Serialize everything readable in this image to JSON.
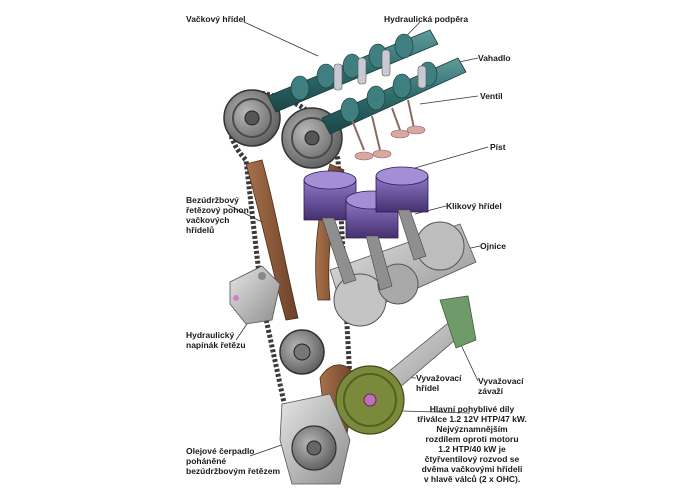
{
  "labels": {
    "camshaft": "Vačkový hřídel",
    "hydraulic_support": "Hydraulická podpěra",
    "rocker": "Vahadlo",
    "valve": "Ventil",
    "piston": "Píst",
    "timing_chain_drive": "Bezúdržbový\nřetězový pohon\nvačkových\nhřídelů",
    "crankshaft": "Klikový hřídel",
    "con_rod": "Ojnice",
    "chain_tensioner": "Hydraulický\nnapínák řetězu",
    "balance_shaft": "Vyvažovací\nhřídel",
    "balance_weight": "Vyvažovací\nzávaží",
    "oil_pump": "Olejové čerpadlo\npoháněné\nbezúdržbovým řetězem",
    "caption": "Hlavní pohyblivé díly\ntřiválce 1.2 12V HTP/47 kW.\nNejvýznamnějším\nrozdílem oproti motoru\n1.2 HTP/40 kW je\nčtyřventilový rozvod se\ndvěma vačkovými hřídeli\nv hlavě válců (2 x OHC)."
  },
  "colors": {
    "camshaft": "#2f6b6b",
    "piston": "#5a3f8c",
    "valve": "#d9a8a0",
    "chain_guide": "#8a5a3c",
    "gear": "#6f6f6f",
    "balance_gear": "#7a8a3a",
    "balance_weight": "#6f9a6a"
  }
}
